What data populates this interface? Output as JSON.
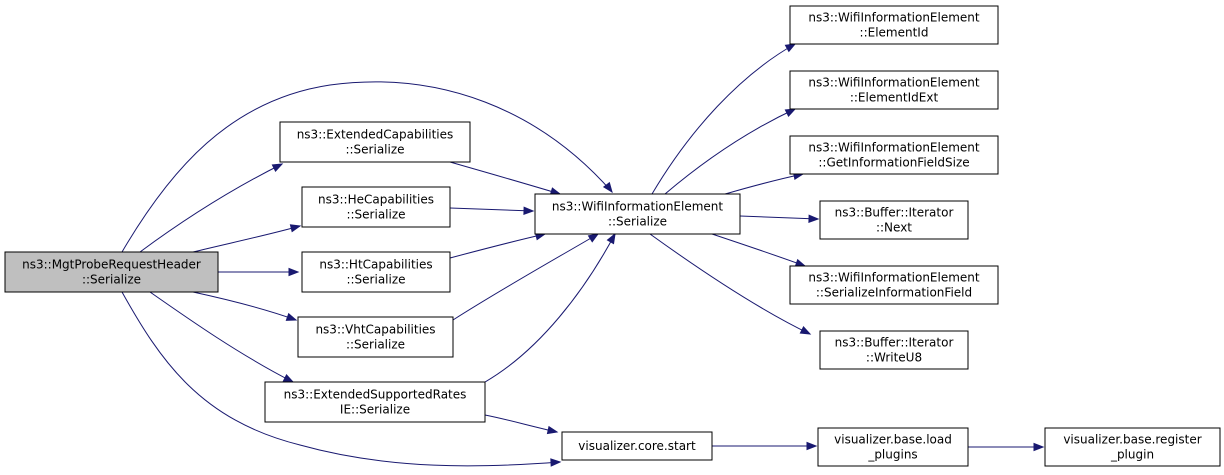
{
  "colors": {
    "node_fill": "#ffffff",
    "root_fill": "#bfbfbf",
    "node_border": "#000000",
    "edge": "#191970"
  },
  "nodes": {
    "root": [
      "ns3::MgtProbeRequestHeader",
      "::Serialize"
    ],
    "extcap": [
      "ns3::ExtendedCapabilities",
      "::Serialize"
    ],
    "hecap": [
      "ns3::HeCapabilities",
      "::Serialize"
    ],
    "htcap": [
      "ns3::HtCapabilities",
      "::Serialize"
    ],
    "vhtcap": [
      "ns3::VhtCapabilities",
      "::Serialize"
    ],
    "extrates": [
      "ns3::ExtendedSupportedRates",
      "IE::Serialize"
    ],
    "wie": [
      "ns3::WifiInformationElement",
      "::Serialize"
    ],
    "elemid": [
      "ns3::WifiInformationElement",
      "::ElementId"
    ],
    "elemidext": [
      "ns3::WifiInformationElement",
      "::ElementIdExt"
    ],
    "getsize": [
      "ns3::WifiInformationElement",
      "::GetInformationFieldSize"
    ],
    "next": [
      "ns3::Buffer::Iterator",
      "::Next"
    ],
    "serfield": [
      "ns3::WifiInformationElement",
      "::SerializeInformationField"
    ],
    "writeu8": [
      "ns3::Buffer::Iterator",
      "::WriteU8"
    ],
    "vstart": [
      "visualizer.core.start"
    ],
    "vload": [
      "visualizer.base.load",
      "_plugins"
    ],
    "vreg": [
      "visualizer.base.register",
      "_plugin"
    ]
  }
}
